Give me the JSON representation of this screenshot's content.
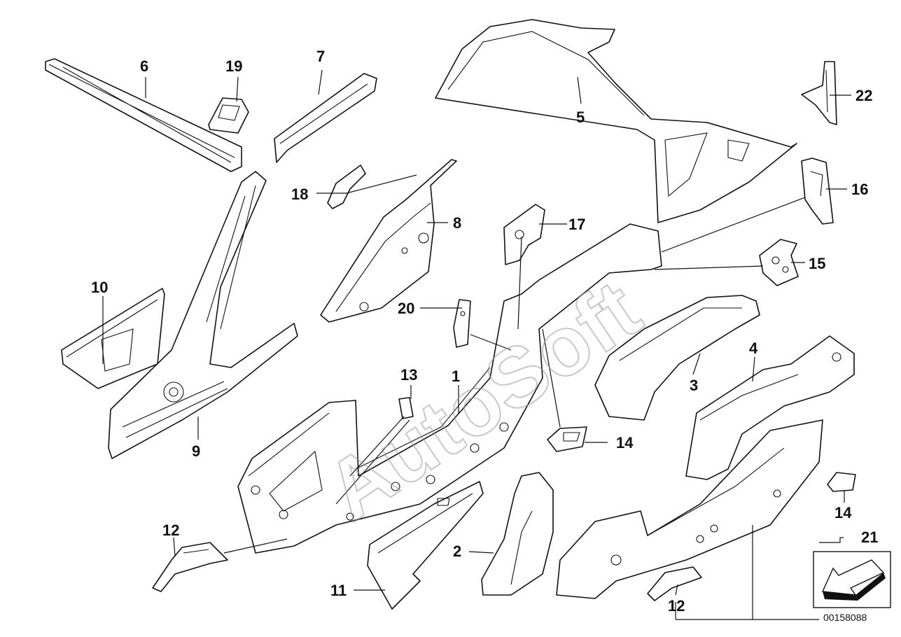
{
  "watermark": "AutoSoft",
  "catalog_number": "00158088",
  "callouts": [
    {
      "id": "c1",
      "label": "1"
    },
    {
      "id": "c2",
      "label": "2"
    },
    {
      "id": "c3",
      "label": "3"
    },
    {
      "id": "c4",
      "label": "4"
    },
    {
      "id": "c5",
      "label": "5"
    },
    {
      "id": "c6",
      "label": "6"
    },
    {
      "id": "c7",
      "label": "7"
    },
    {
      "id": "c8",
      "label": "8"
    },
    {
      "id": "c9",
      "label": "9"
    },
    {
      "id": "c10",
      "label": "10"
    },
    {
      "id": "c11",
      "label": "11"
    },
    {
      "id": "c12a",
      "label": "12"
    },
    {
      "id": "c12b",
      "label": "12"
    },
    {
      "id": "c13",
      "label": "13"
    },
    {
      "id": "c14a",
      "label": "14"
    },
    {
      "id": "c14b",
      "label": "14"
    },
    {
      "id": "c15",
      "label": "15"
    },
    {
      "id": "c16",
      "label": "16"
    },
    {
      "id": "c17",
      "label": "17"
    },
    {
      "id": "c18",
      "label": "18"
    },
    {
      "id": "c19",
      "label": "19"
    },
    {
      "id": "c20",
      "label": "20"
    },
    {
      "id": "c21",
      "label": "21"
    },
    {
      "id": "c22",
      "label": "22"
    }
  ]
}
